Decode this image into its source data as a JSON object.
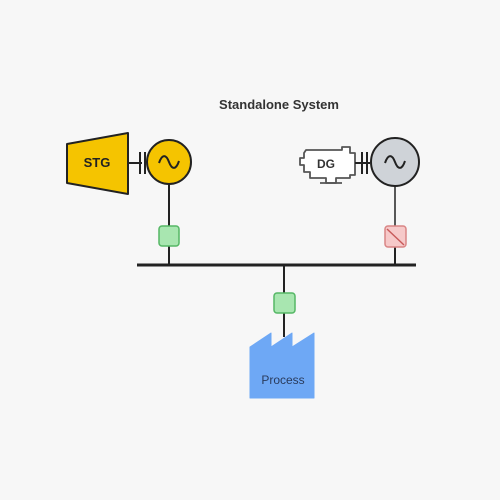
{
  "diagram": {
    "title": "Standalone System",
    "labels": {
      "steam_turbine": "STG",
      "diesel_generator": "DG",
      "load": "Process"
    },
    "breaker_states": {
      "stg_breaker": "closed",
      "dg_breaker": "open",
      "process_breaker": "closed"
    },
    "colors": {
      "background": "#f7f7f7",
      "line": "#222222",
      "stg_fill": "#f5c400",
      "generator_stg_fill": "#f5c400",
      "generator_dg_fill": "#cfd3d8",
      "dg_outline": "#555555",
      "breaker_closed_fill": "#a8e6b0",
      "breaker_closed_stroke": "#55b765",
      "breaker_open_fill": "#f6c9c9",
      "breaker_open_stroke": "#d98585",
      "process_fill": "#6ea8f5",
      "text": "#333333"
    },
    "icons": {
      "generator": "ac-generator-icon",
      "turbine": "turbine-icon",
      "engine": "diesel-engine-icon",
      "factory": "factory-icon",
      "breaker": "circuit-breaker-icon"
    }
  }
}
